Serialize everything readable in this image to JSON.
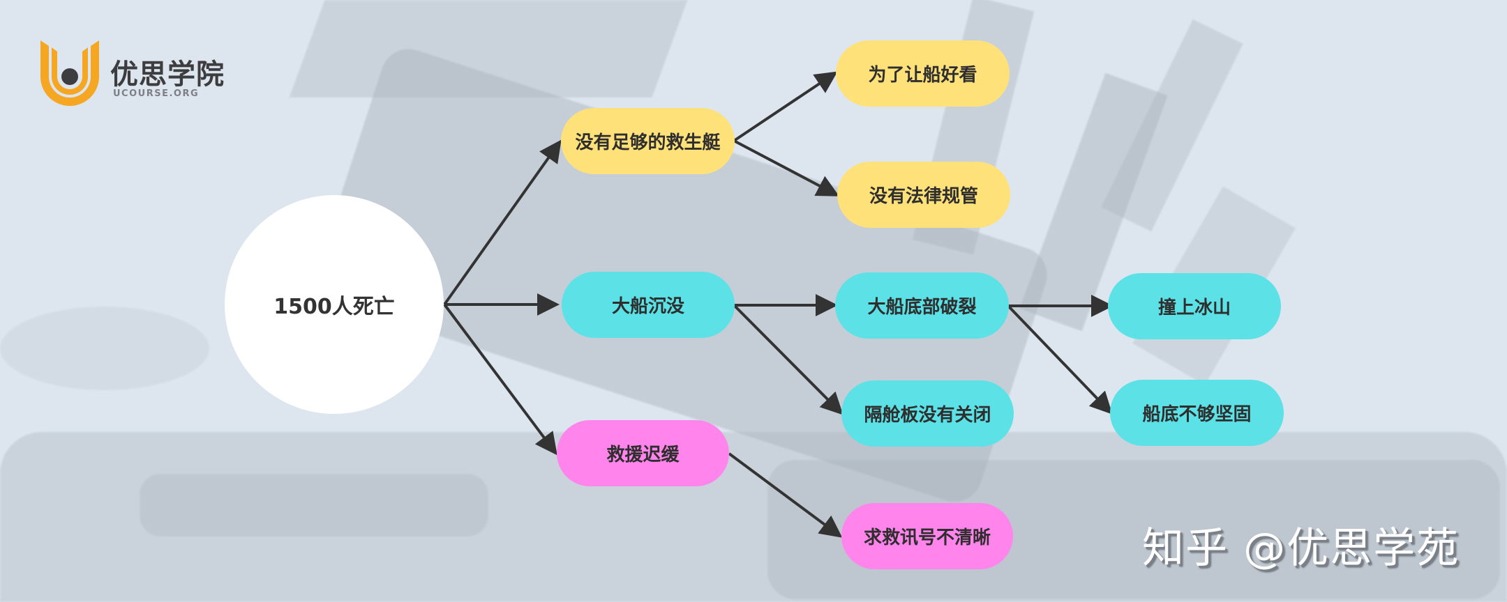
{
  "logo": {
    "title": "优思学院",
    "subtitle": "UCOURSE.ORG",
    "colors": {
      "mark": "#f5a623",
      "dot": "#3d3d40"
    }
  },
  "diagram": {
    "root": {
      "label": "1500人死亡"
    },
    "nodes": [
      {
        "id": "lifeboats",
        "label": "没有足够的救生艇",
        "color": "#ffe17a",
        "parent": "root"
      },
      {
        "id": "looks",
        "label": "为了让船好看",
        "color": "#ffe17a",
        "parent": "lifeboats"
      },
      {
        "id": "regulation",
        "label": "没有法律规管",
        "color": "#ffe17a",
        "parent": "lifeboats"
      },
      {
        "id": "sinking",
        "label": "大船沉没",
        "color": "#5ce1e6",
        "parent": "root"
      },
      {
        "id": "hull-breach",
        "label": "大船底部破裂",
        "color": "#5ce1e6",
        "parent": "sinking"
      },
      {
        "id": "bulkheads",
        "label": "隔舱板没有关闭",
        "color": "#5ce1e6",
        "parent": "sinking"
      },
      {
        "id": "iceberg",
        "label": "撞上冰山",
        "color": "#5ce1e6",
        "parent": "hull-breach"
      },
      {
        "id": "weak-hull",
        "label": "船底不够坚固",
        "color": "#5ce1e6",
        "parent": "hull-breach"
      },
      {
        "id": "slow-rescue",
        "label": "救援迟缓",
        "color": "#ff84ec",
        "parent": "root"
      },
      {
        "id": "unclear-signal",
        "label": "求救讯号不清晰",
        "color": "#ff84ec",
        "parent": "slow-rescue"
      }
    ],
    "arrow_color": "#333333"
  },
  "watermark": {
    "text": "知乎 @优思学苑"
  }
}
